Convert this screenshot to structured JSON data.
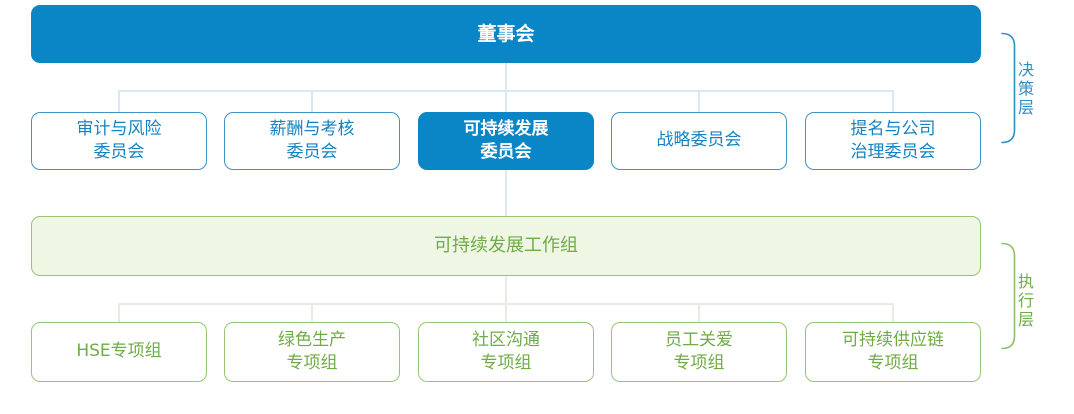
{
  "palette": {
    "primary_blue": "#0a85c5",
    "blue_border": "#3f93c5",
    "blue_text": "#1583c2",
    "connector_blue": "#d9e8f2",
    "green_border": "#97c573",
    "green_text": "#70ac45",
    "green_fill": "#eff6e3",
    "connector_green": "#e9ebe3",
    "bracket_blue": "#2e8fc6",
    "bracket_green": "#8fbf6a"
  },
  "org_chart": {
    "board": {
      "label": "董事会"
    },
    "committees": [
      {
        "label": "审计与风险\n委员会",
        "highlighted": false
      },
      {
        "label": "薪酬与考核\n委员会",
        "highlighted": false
      },
      {
        "label": "可持续发展\n委员会",
        "highlighted": true
      },
      {
        "label": "战略委员会",
        "highlighted": false
      },
      {
        "label": "提名与公司\n治理委员会",
        "highlighted": false
      }
    ],
    "working_group": {
      "label": "可持续发展工作组"
    },
    "task_groups": [
      {
        "label": "HSE专项组"
      },
      {
        "label": "绿色生产\n专项组"
      },
      {
        "label": "社区沟通\n专项组"
      },
      {
        "label": "员工关爱\n专项组"
      },
      {
        "label": "可持续供应链\n专项组"
      }
    ],
    "layer_labels": [
      {
        "label": "决策层"
      },
      {
        "label": "执行层"
      }
    ]
  }
}
